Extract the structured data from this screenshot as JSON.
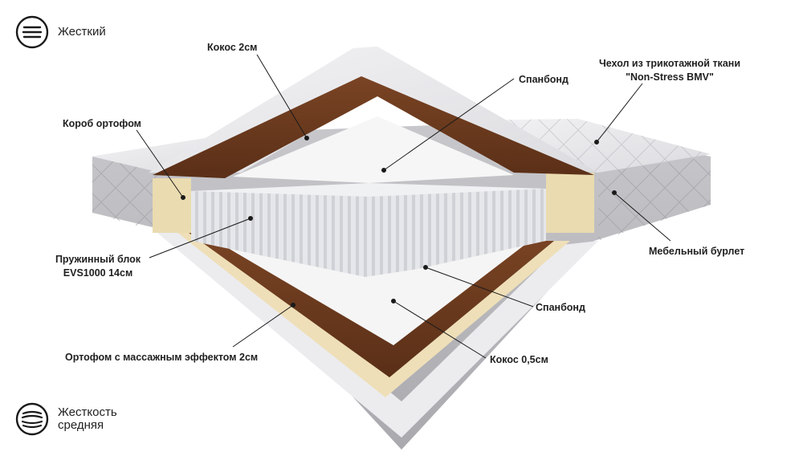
{
  "badges": {
    "top": {
      "icon": "firmness-lines-icon",
      "text": "Жесткий"
    },
    "bottom": {
      "icon": "firmness-waves-icon",
      "line1": "Жесткость",
      "line2": "средняя"
    }
  },
  "labels": {
    "coconut_top": "Кокос 2см",
    "spunbond_top": "Спанбонд",
    "cover_line1": "Чехол из трикотажной ткани",
    "cover_line2": "\"Non-Stress BMV\"",
    "box_ortofom": "Короб ортофом",
    "spring_line1": "Пружинный блок",
    "spring_line2": "EVS1000 14см",
    "edge_tape": "Мебельный бурлет",
    "spunbond_bottom": "Спанбонд",
    "ortofom_massage": "Ортофом с массажным эффектом 2см",
    "coconut_bottom": "Кокос 0,5см"
  },
  "colors": {
    "quilt": "#e9e9ec",
    "side": "#b9b9be",
    "coconut": "#6b3b1f",
    "foam": "#e8d7ad",
    "spunbond": "#f4f4f4",
    "springs": "#d9dbe0"
  }
}
